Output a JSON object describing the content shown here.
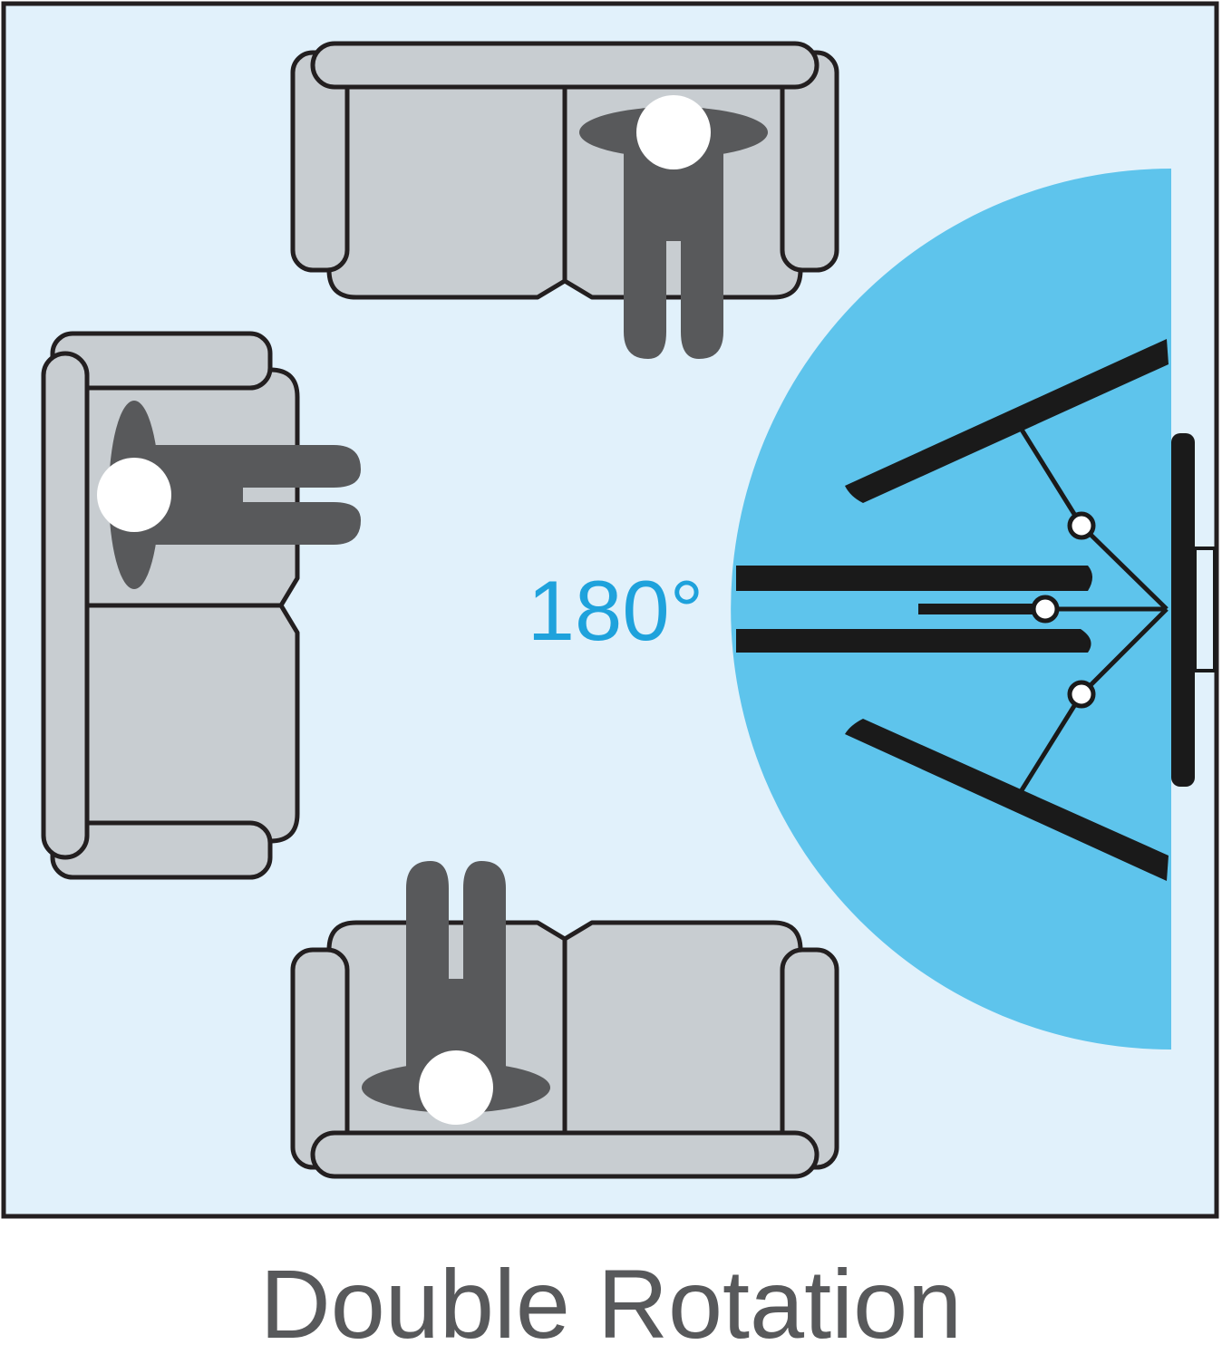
{
  "diagram": {
    "angle_label": "180°",
    "caption": "Double Rotation"
  },
  "colors": {
    "room_fill": "#e1f1fb",
    "room_stroke": "#231f20",
    "swing_area": "#5ec4ec",
    "angle_text": "#1ea2dc",
    "sofa_fill": "#c8cdd1",
    "sofa_stroke": "#231f20",
    "person": "#58595b",
    "head": "#ffffff",
    "tv": "#1a1a1a",
    "caption": "#58595b"
  },
  "icons": {
    "sofas": [
      "sofa-top",
      "sofa-left",
      "sofa-bottom"
    ],
    "people": [
      "person-top",
      "person-left",
      "person-bottom"
    ],
    "tv_positions": [
      "tv-rotated-up",
      "tv-center",
      "tv-rotated-down"
    ],
    "mount": "wall-mount-arm"
  }
}
